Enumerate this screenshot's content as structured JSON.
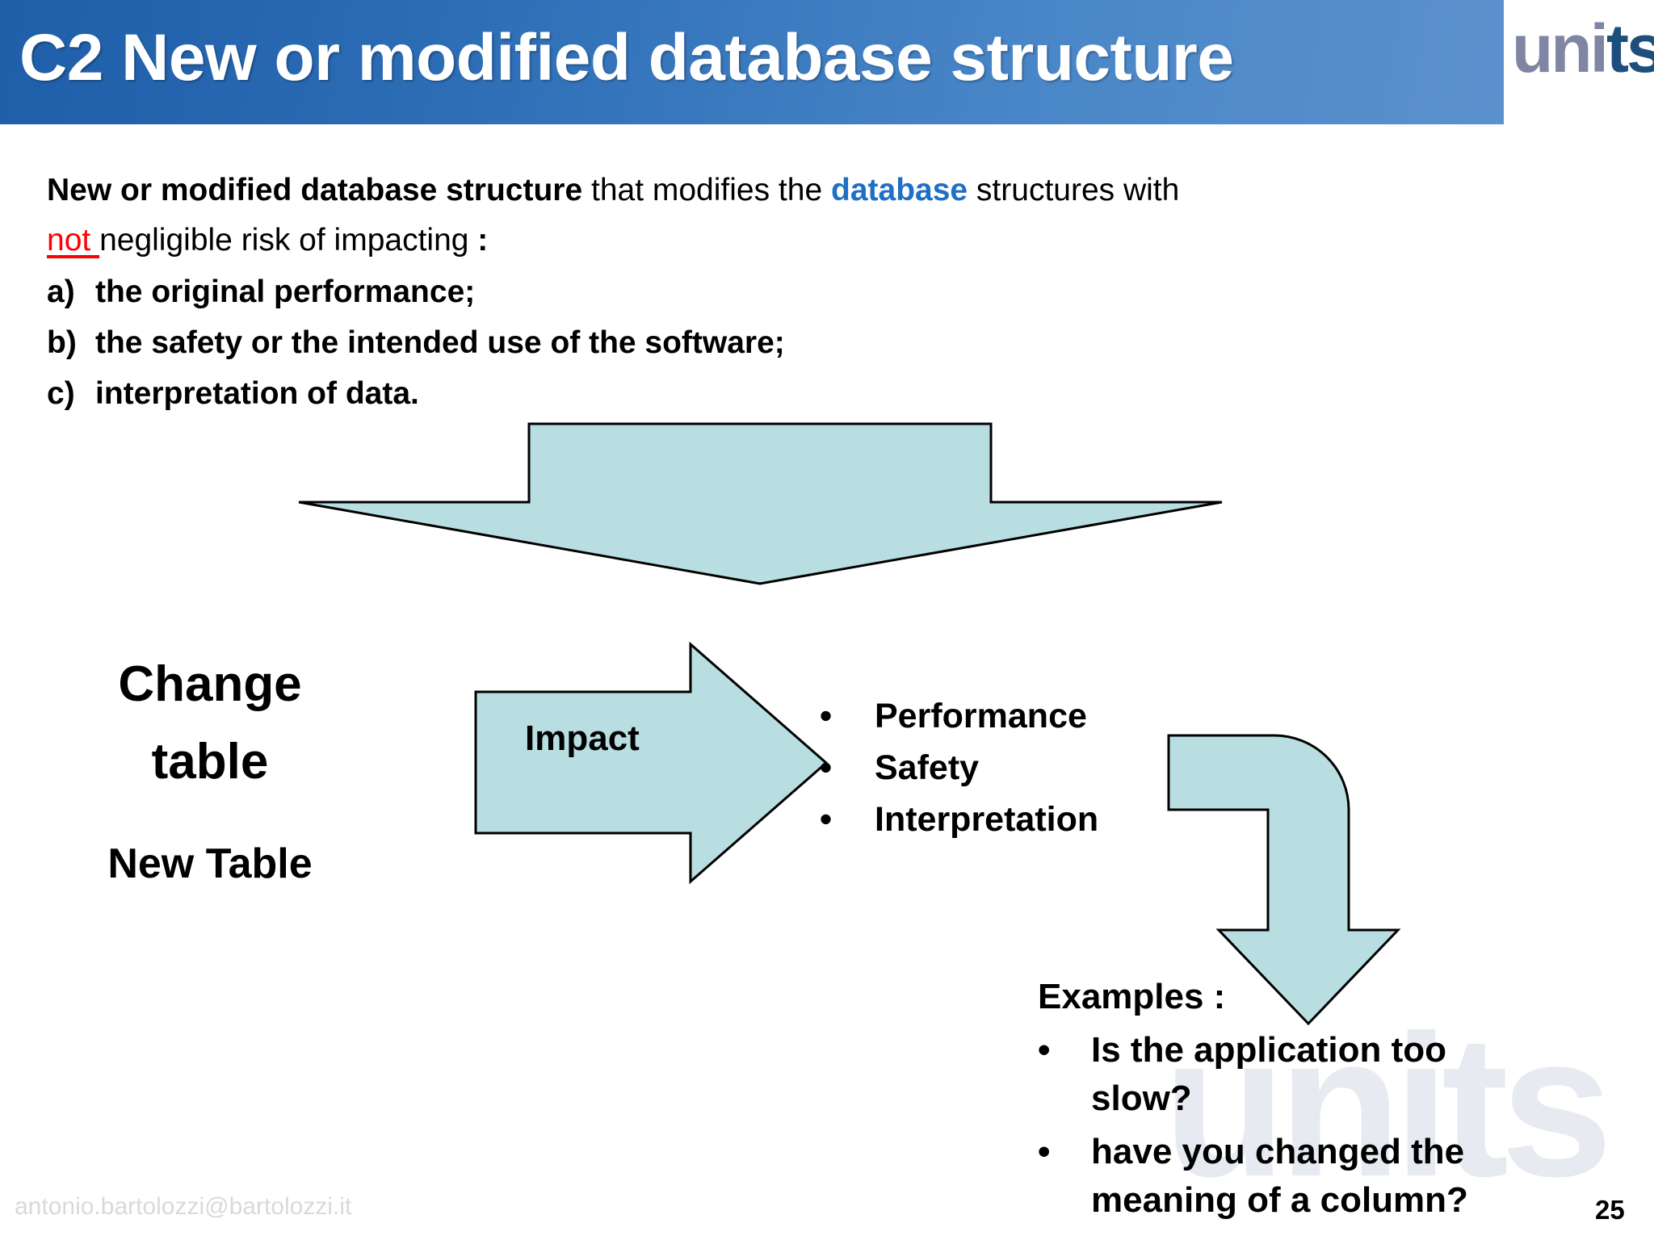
{
  "slide": {
    "title": "C2 New or modified database structure",
    "number": "25",
    "footer_email": "antonio.bartolozzi@bartolozzi.it",
    "watermark_text": "units"
  },
  "brand": {
    "part_light": "uni",
    "part_dark": "ts",
    "color_light": "#7f85a3",
    "color_dark": "#1d4f7c"
  },
  "colors": {
    "title_bar_start": "#1f5ea8",
    "title_bar_end": "#5b91cd",
    "arrow_fill": "#b9dee1",
    "arrow_stroke": "#000000",
    "accent_blue": "#1f6fc4",
    "negation_red": "#ff0000",
    "watermark_gray": "#e7eaf1",
    "footer_gray": "#d9d9d9"
  },
  "body": {
    "lead_bold": "New or modified database structure",
    "lead_regular": " that modifies the ",
    "lead_blue": "database",
    "lead_tail": " structures with",
    "line2_negation": "not ",
    "line2_rest": "negligible risk of impacting ",
    "line2_colon": ":"
  },
  "lettered_list": [
    {
      "marker": "a)",
      "text": "the original performance;"
    },
    {
      "marker": "b)",
      "text": "the safety or the intended use of the software;"
    },
    {
      "marker": "c)",
      "text": "interpretation of data."
    }
  ],
  "diagram": {
    "source_title_line1": "Change",
    "source_title_line2": "table",
    "source_subtitle": "New Table",
    "impact_label": "Impact",
    "impact_bullets": [
      "Performance",
      "Safety",
      "Interpretation"
    ],
    "bullet_glyph": "•"
  },
  "examples": {
    "heading": "Examples :",
    "items": [
      "Is the application too slow?",
      "have  you changed the meaning of a column?"
    ]
  }
}
